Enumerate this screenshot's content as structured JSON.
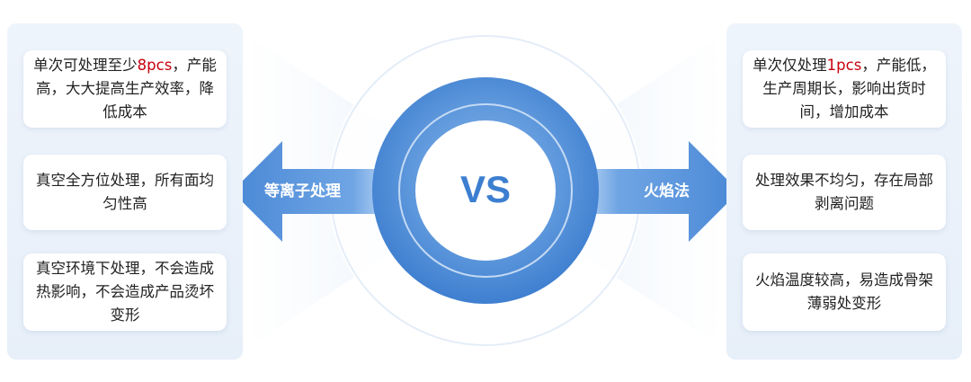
{
  "left": {
    "label": "等离子处理",
    "items": [
      {
        "pre": "单次可处理至少",
        "hl": "8pcs",
        "post": "，产能高，大大提高生产效率，降低成本"
      },
      {
        "pre": "真空全方位处理，所有面均匀性高",
        "hl": "",
        "post": ""
      },
      {
        "pre": "真空环境下处理，不会造成热影响，不会造成产品烫坏变形",
        "hl": "",
        "post": ""
      }
    ]
  },
  "right": {
    "label": "火焰法",
    "items": [
      {
        "pre": "单次仅处理",
        "hl": "1pcs",
        "post": "，产能低，生产周期长，影响出货时间，增加成本"
      },
      {
        "pre": "处理效果不均匀，存在局部剥离问题",
        "hl": "",
        "post": ""
      },
      {
        "pre": "火焰温度较高，易造成骨架薄弱处变形",
        "hl": "",
        "post": ""
      }
    ]
  },
  "center": {
    "vs": "VS"
  },
  "colors": {
    "accent": "#5b97de",
    "highlight": "#c8000d",
    "panel": "#eaf1fa"
  }
}
